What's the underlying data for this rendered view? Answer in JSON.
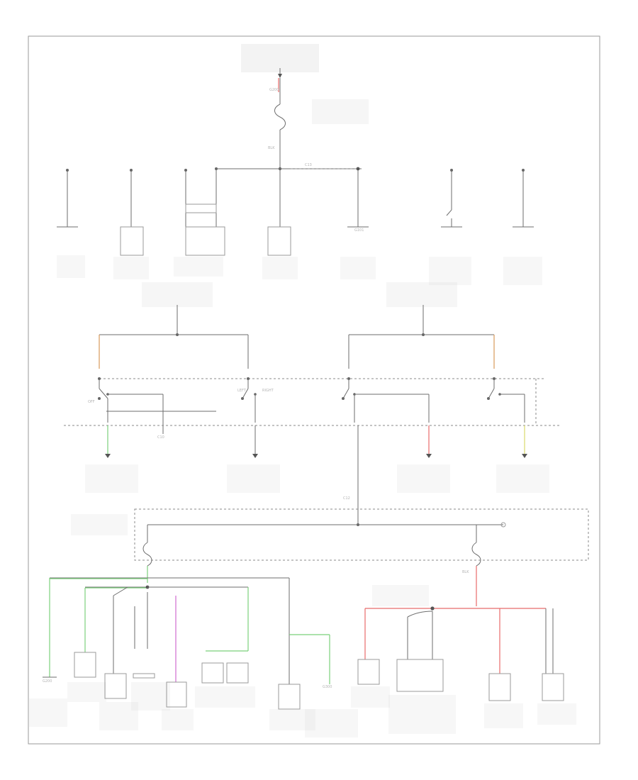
{
  "diagram": {
    "frame_label": "",
    "labels": [
      "G200",
      "C13",
      "C10",
      "C12",
      "G101",
      "G200",
      "G300",
      "LEFT",
      "RIGHT",
      "OFF",
      "BLK",
      "BLK"
    ],
    "colors": {
      "wire": "#6e6e6e",
      "red": "#e86a6a",
      "green": "#7bd07b",
      "magenta": "#d06ad0",
      "orange": "#d89a5a",
      "yellow": "#d8d86a"
    }
  }
}
